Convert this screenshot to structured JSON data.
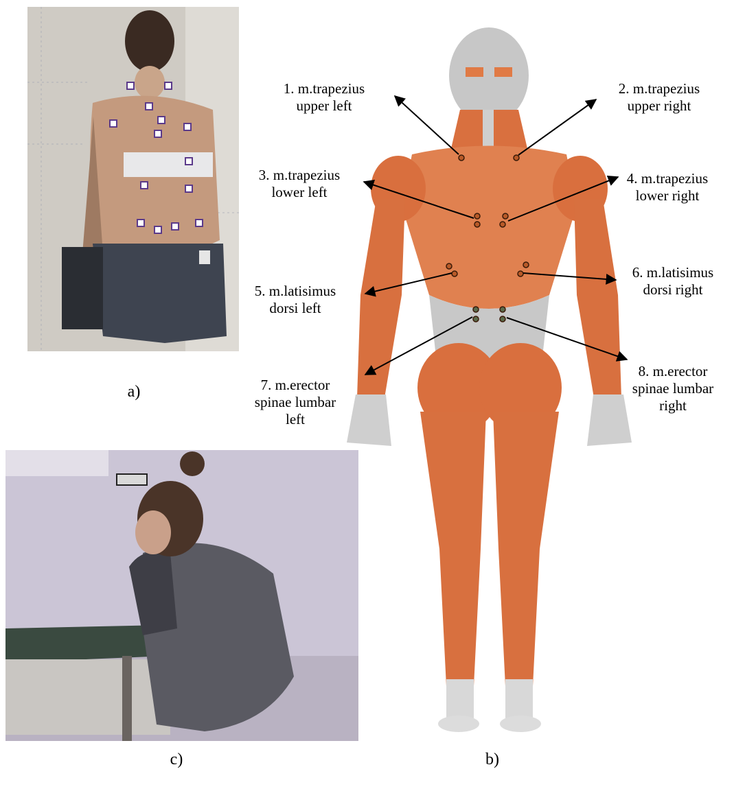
{
  "captions": {
    "a": "a)",
    "b": "b)",
    "c": "c)"
  },
  "labels": [
    {
      "id": 1,
      "text": "1. m.trapezius\nupper left"
    },
    {
      "id": 2,
      "text": "2. m.trapezius\nupper  right"
    },
    {
      "id": 3,
      "text": "3. m.trapezius\nlower left"
    },
    {
      "id": 4,
      "text": "4. m.trapezius\nlower right"
    },
    {
      "id": 5,
      "text": "5. m.latisimus\ndorsi left"
    },
    {
      "id": 6,
      "text": "6. m.latisimus\ndorsi right"
    },
    {
      "id": 7,
      "text": "7. m.erector\nspinae lumbar\nleft"
    },
    {
      "id": 8,
      "text": "8. m.erector\nspinae  lumbar\nright"
    }
  ],
  "colors": {
    "muscle": "#d9703f",
    "muscle_dark": "#b8552b",
    "bone": "#c9c9c9",
    "electrode": "#8a4a1a",
    "electrode_lumbar": "#4a5a3a"
  }
}
